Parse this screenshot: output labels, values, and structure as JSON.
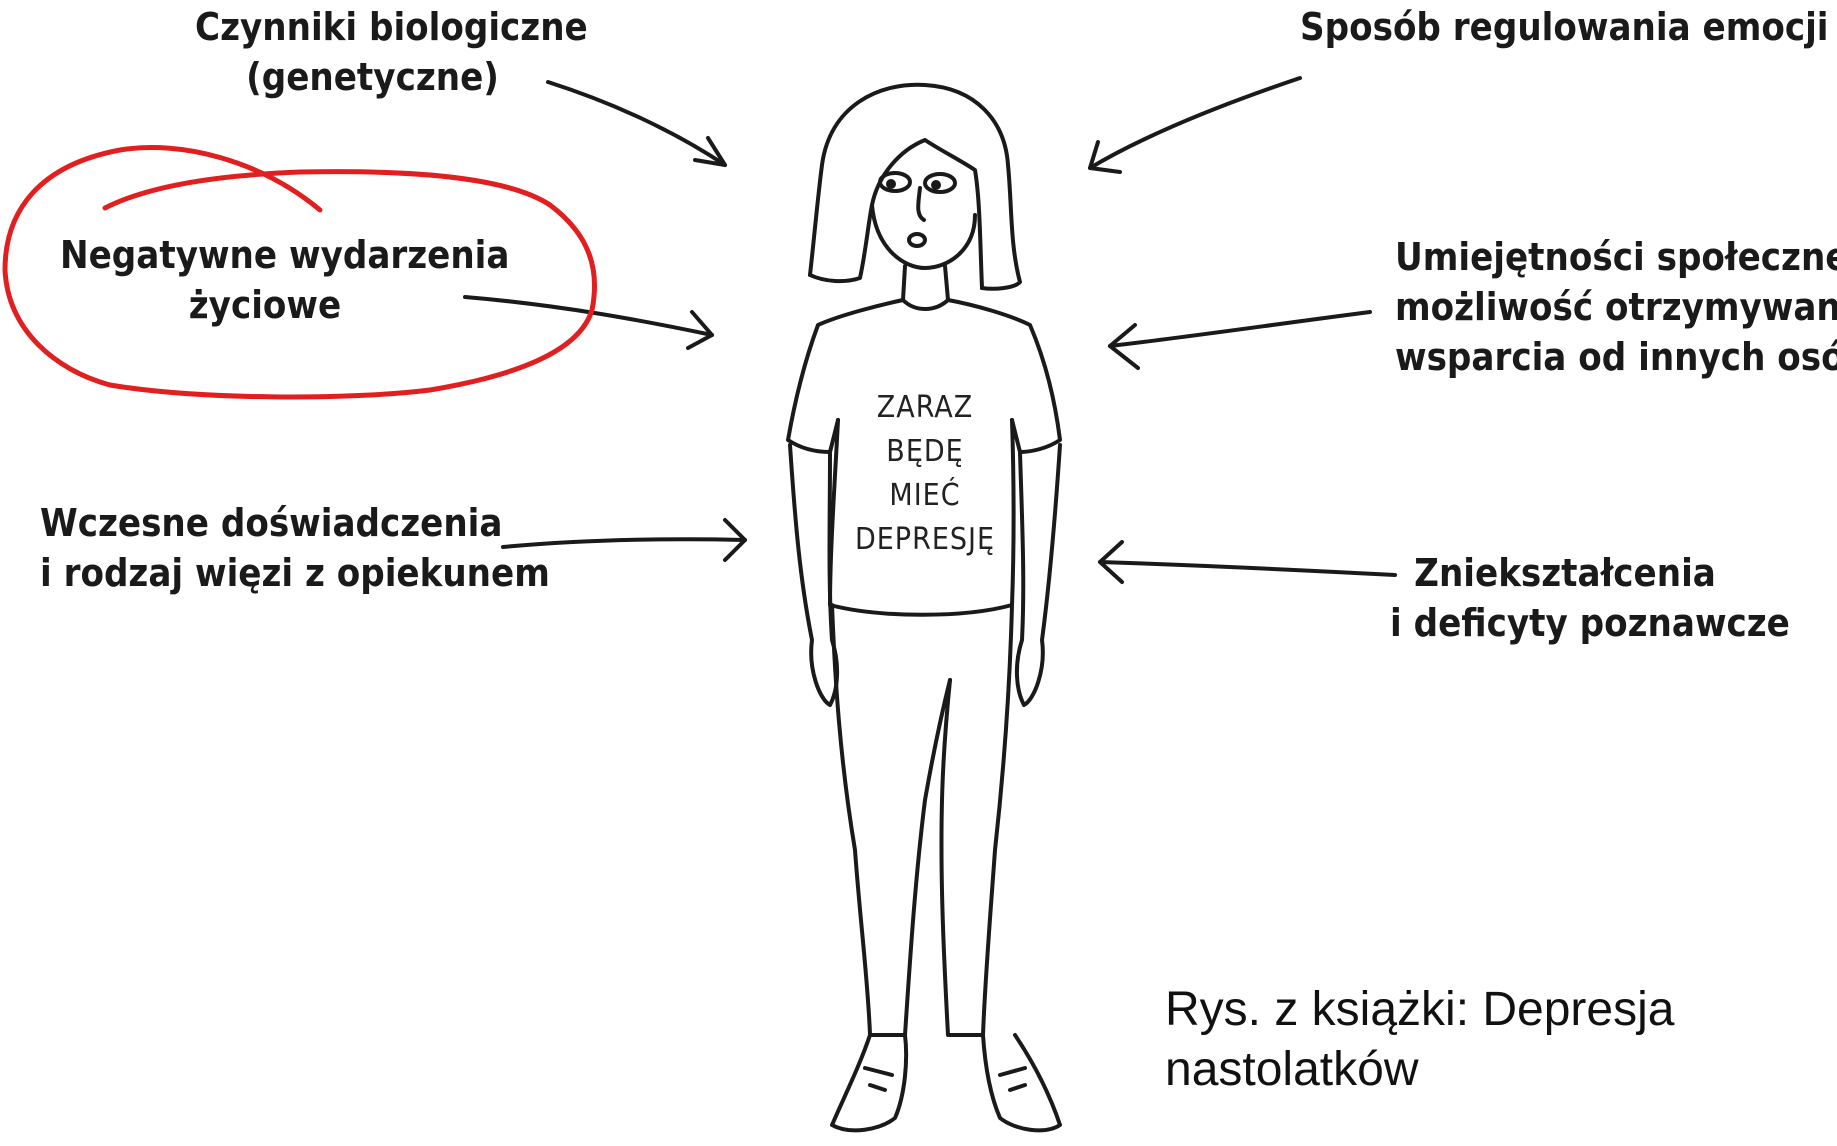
{
  "factors": {
    "biological": [
      "Czynniki biologiczne",
      "(genetyczne)"
    ],
    "emotion_regulation": [
      "Sposób regulowania emocji"
    ],
    "negative_events": [
      "Negatywne wydarzenia",
      "życiowe"
    ],
    "social_skills": [
      "Umiejętności społeczne,",
      "możliwość otrzymywania",
      "wsparcia od innych osób"
    ],
    "early_experiences": [
      "Wczesne doświadczenia",
      "i rodzaj więzi z opiekunem"
    ],
    "cognitive_distortions": [
      "Zniekształcenia",
      "i deficyty poznawcze"
    ]
  },
  "shirt_text": [
    "ZARAZ",
    "BĘDĘ",
    "MIEĆ",
    "DEPRESJĘ"
  ],
  "caption": [
    "Rys. z książki: Depresja",
    "nastolatków"
  ],
  "colors": {
    "ink": "#1a1a1a",
    "highlight": "#e21f1f"
  },
  "highlighted_factor": "negative_events"
}
